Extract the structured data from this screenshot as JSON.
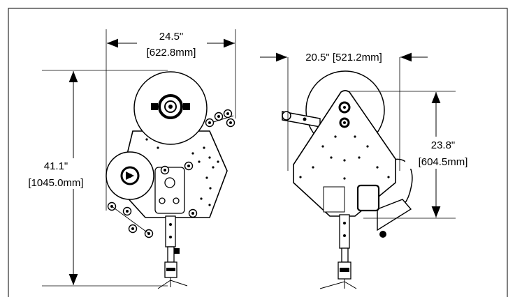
{
  "dimensions": {
    "left_width_in": "24.5\"",
    "left_width_mm": "[622.8mm]",
    "left_height_in": "41.1\"",
    "left_height_mm": "[1045.0mm]",
    "right_width": "20.5\" [521.2mm]",
    "right_height_in": "23.8\"",
    "right_height_mm": "[604.5mm]"
  },
  "colors": {
    "line": "#000000",
    "background": "#ffffff"
  }
}
